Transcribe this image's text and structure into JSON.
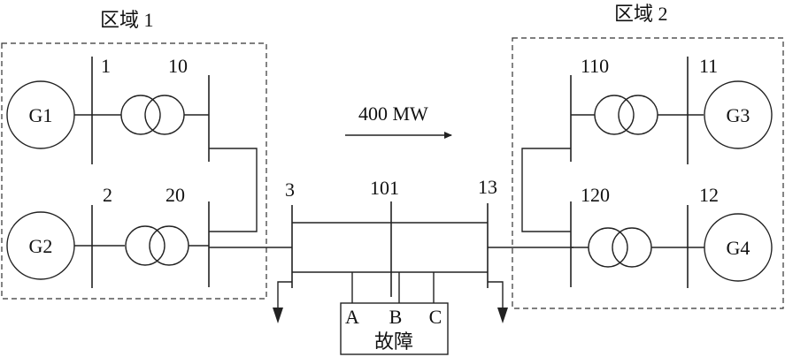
{
  "areas": {
    "area1": "区域 1",
    "area2": "区域 2"
  },
  "buses": {
    "b1": "1",
    "b10": "10",
    "b2": "2",
    "b20": "20",
    "b3": "3",
    "b101": "101",
    "b13": "13",
    "b110": "110",
    "b11": "11",
    "b120": "120",
    "b12": "12"
  },
  "generators": {
    "g1": "G1",
    "g2": "G2",
    "g3": "G3",
    "g4": "G4"
  },
  "flow": {
    "label": "400 MW"
  },
  "fault": {
    "title": "故障",
    "phases": [
      "A",
      "B",
      "C"
    ]
  }
}
